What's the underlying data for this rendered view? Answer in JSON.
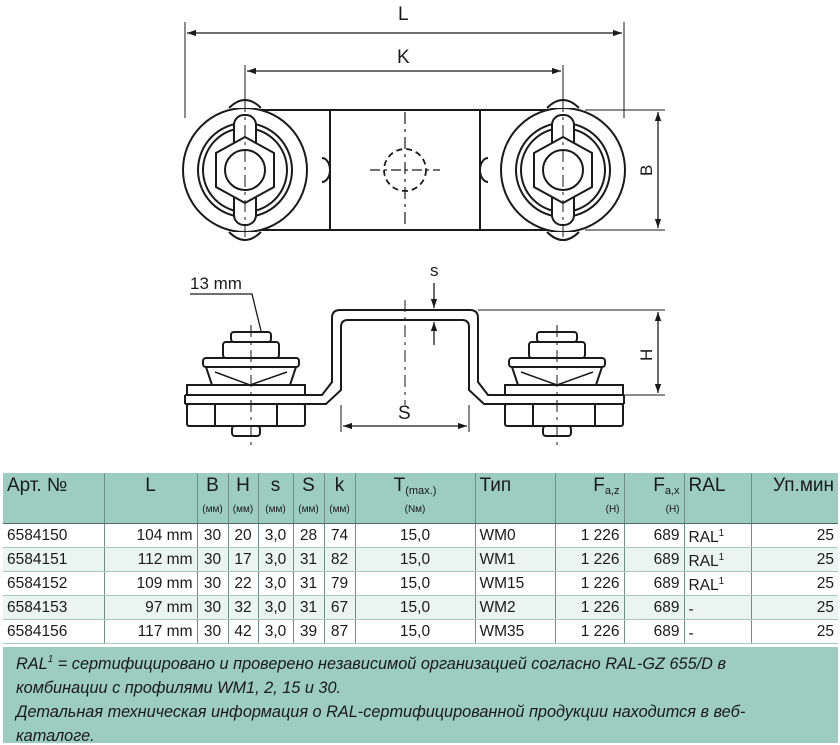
{
  "drawing": {
    "dim_L": "L",
    "dim_K": "K",
    "dim_B": "B",
    "dim_s": "s",
    "dim_H": "H",
    "dim_S": "S",
    "bolt_label": "13 mm"
  },
  "table": {
    "headers": {
      "art": "Арт. №",
      "L": "L",
      "B": "B",
      "H": "H",
      "s": "s",
      "S": "S",
      "k": "k",
      "T_main": "T",
      "T_sub": "(max.)",
      "type": "Тип",
      "Faz_main": "F",
      "Faz_sub": "a,z",
      "Fax_main": "F",
      "Fax_sub": "a,x",
      "ral": "RAL",
      "pack": "Уп.мин"
    },
    "units": {
      "B": "(мм)",
      "H": "(мм)",
      "s": "(мм)",
      "S": "(мм)",
      "k": "(мм)",
      "T": "(Nм)",
      "Faz": "(Н)",
      "Fax": "(Н)"
    },
    "rows": [
      {
        "art": "6584150",
        "L": "104 mm",
        "B": "30",
        "H": "20",
        "s": "3,0",
        "S": "28",
        "k": "74",
        "T": "15,0",
        "type": "WM0",
        "Faz": "1 226",
        "Fax": "689",
        "ral": "RAL",
        "ral_sup": "1",
        "pack": "25"
      },
      {
        "art": "6584151",
        "L": "112 mm",
        "B": "30",
        "H": "17",
        "s": "3,0",
        "S": "31",
        "k": "82",
        "T": "15,0",
        "type": "WM1",
        "Faz": "1 226",
        "Fax": "689",
        "ral": "RAL",
        "ral_sup": "1",
        "pack": "25"
      },
      {
        "art": "6584152",
        "L": "109 mm",
        "B": "30",
        "H": "22",
        "s": "3,0",
        "S": "31",
        "k": "79",
        "T": "15,0",
        "type": "WM15",
        "Faz": "1 226",
        "Fax": "689",
        "ral": "RAL",
        "ral_sup": "1",
        "pack": "25"
      },
      {
        "art": "6584153",
        "L": "97 mm",
        "B": "30",
        "H": "32",
        "s": "3,0",
        "S": "31",
        "k": "67",
        "T": "15,0",
        "type": "WM2",
        "Faz": "1 226",
        "Fax": "689",
        "ral": "-",
        "ral_sup": "",
        "pack": "25"
      },
      {
        "art": "6584156",
        "L": "117 mm",
        "B": "30",
        "H": "42",
        "s": "3,0",
        "S": "39",
        "k": "87",
        "T": "15,0",
        "type": "WM35",
        "Faz": "1 226",
        "Fax": "689",
        "ral": "-",
        "ral_sup": "",
        "pack": "25"
      }
    ]
  },
  "notes": {
    "ral_term": "RAL",
    "ral_sup": "1",
    "line1": " = сертифицировано и проверено независимой организацией согласно RAL-GZ 655/D в",
    "line2": "комбинации с профилями WM1, 2, 15 и 30.",
    "line3": "Детальная техническая информация о RAL-сертифицированной продукции находится в веб-",
    "line4": "каталоге."
  },
  "colors": {
    "header_bg": "#9ccdc0",
    "row_alt_bg": "#eaf4f1",
    "line": "#1a1a1a"
  }
}
